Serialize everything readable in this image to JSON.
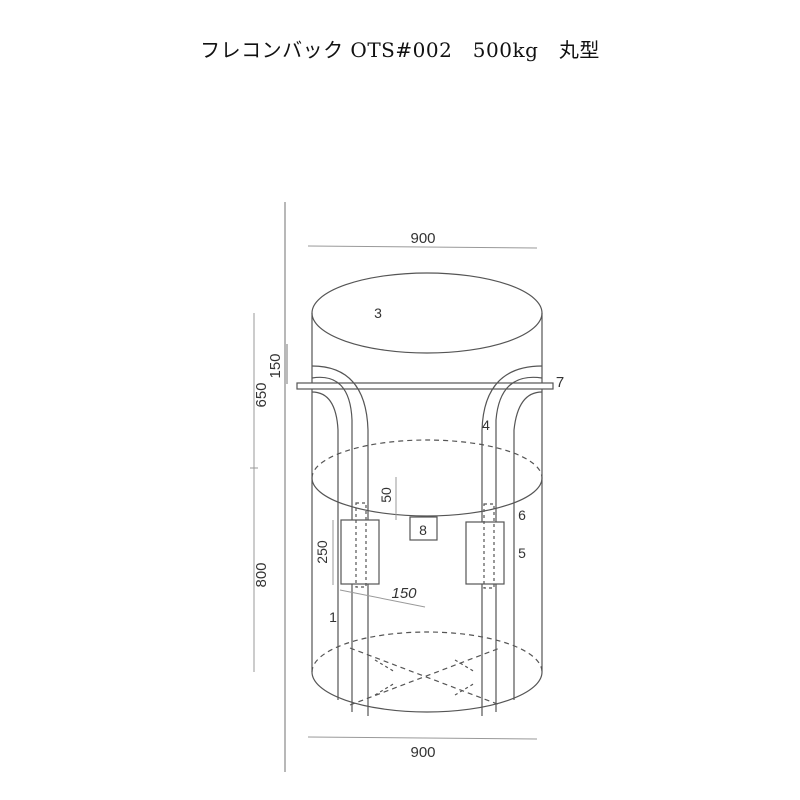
{
  "title": "フレコンバック OTS#002　500kg　丸型",
  "diagram": {
    "dimensions": {
      "top_width": "900",
      "bottom_width": "900",
      "upper_height": "650",
      "lower_height": "800",
      "top_offset": "150",
      "label_offset": "50",
      "pocket_height": "250",
      "pocket_width": "150"
    },
    "part_labels": {
      "p1": "1",
      "p3": "3",
      "p4": "4",
      "p5": "5",
      "p6": "6",
      "p7": "7",
      "p8": "8"
    },
    "line_color": "#555555",
    "dim_color": "#888888"
  }
}
